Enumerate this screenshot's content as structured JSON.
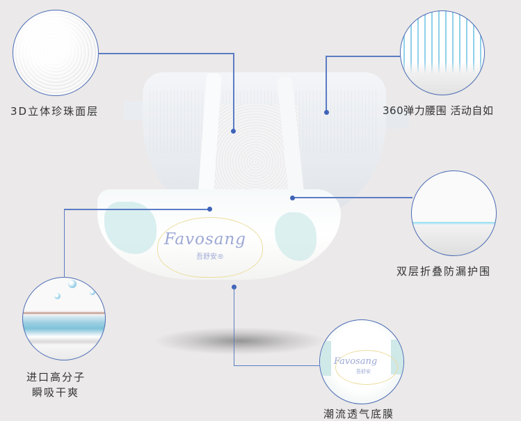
{
  "product": {
    "brand_logo_en": "Favosang",
    "brand_logo_cn": "吾舒安®"
  },
  "features": [
    {
      "id": "pearl-top-layer",
      "label": "3D立体珍珠面层",
      "icon": "pearl-texture-closeup"
    },
    {
      "id": "elastic-waistband",
      "label": "360弹力腰围 活动自如",
      "icon": "elastic-stripes-closeup"
    },
    {
      "id": "leak-guard",
      "label": "双层折叠防漏护围",
      "icon": "leak-guard-closeup"
    },
    {
      "id": "absorbent-core",
      "label_line1": "进口高分子",
      "label_line2": "瞬吸干爽",
      "icon": "absorbent-polymer-closeup"
    },
    {
      "id": "breathable-film",
      "label": "潮流透气底膜",
      "icon": "breathable-film-closeup",
      "logo_en": "Favosang",
      "logo_cn": "吾舒安"
    }
  ],
  "colors": {
    "background": "#ebe9e9",
    "callout_line": "#5a7cc4",
    "callout_dot": "#3f63b8",
    "circle_border": "#4a6bb5",
    "label_text": "#333333"
  }
}
